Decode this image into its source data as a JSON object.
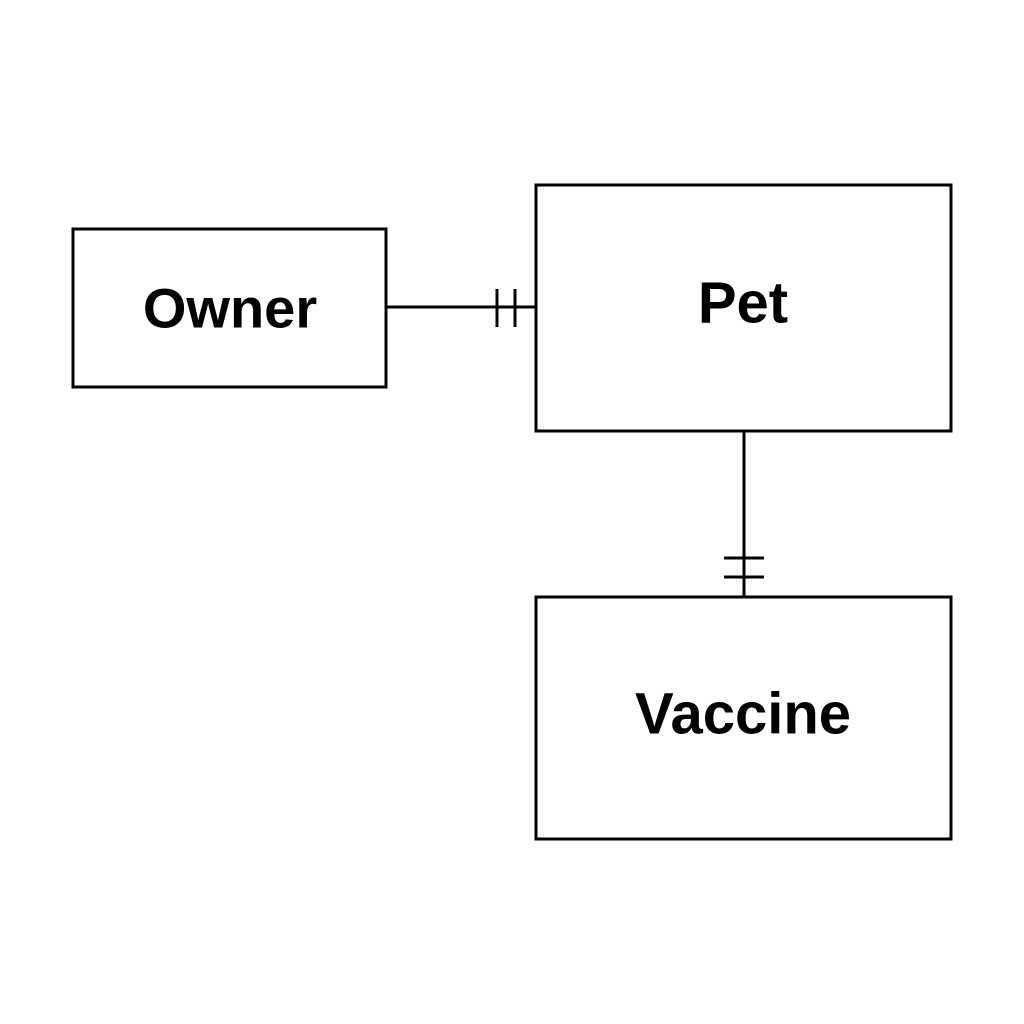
{
  "diagram": {
    "type": "entity-relationship",
    "entities": [
      {
        "id": "owner",
        "label": "Owner"
      },
      {
        "id": "pet",
        "label": "Pet"
      },
      {
        "id": "vaccine",
        "label": "Vaccine"
      }
    ],
    "relationships": [
      {
        "from": "owner",
        "to": "pet",
        "end_marker_at_pet": "one-and-only-one"
      },
      {
        "from": "pet",
        "to": "vaccine",
        "end_marker_at_vaccine": "one-and-only-one"
      }
    ],
    "colors": {
      "stroke": "#000000",
      "background": "#ffffff"
    }
  }
}
